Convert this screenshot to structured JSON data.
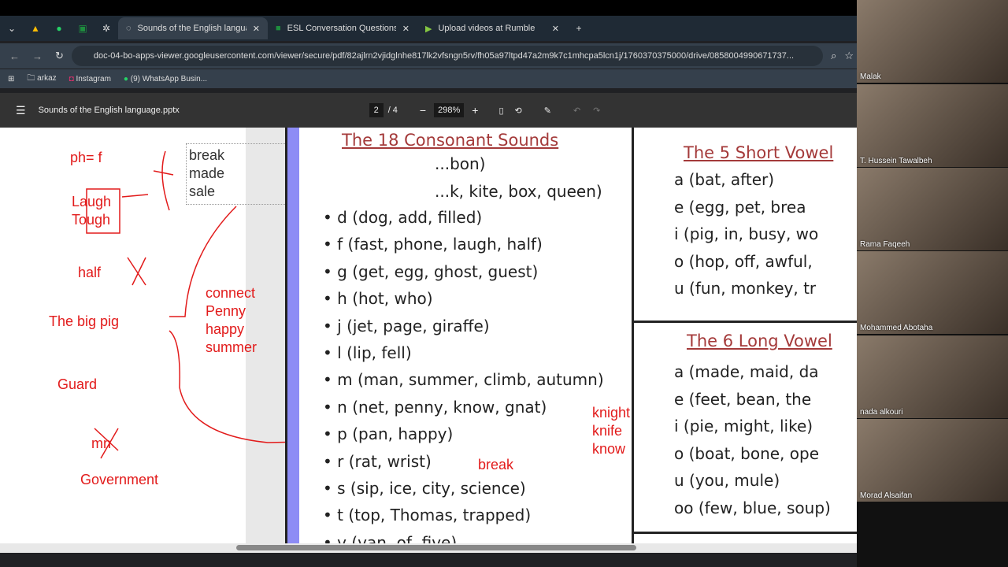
{
  "tabs": [
    {
      "label": "Sounds of the English language",
      "active": true
    },
    {
      "label": "ESL Conversation Questions - T"
    },
    {
      "label": "Upload videos at Rumble"
    }
  ],
  "url": "doc-04-bo-apps-viewer.googleusercontent.com/viewer/secure/pdf/82ajlrn2vjidglnhe817lk2vfsngn5rv/fh05a97ltpd47a2m9k7c1mhcpa5lcn1j/1760370375000/drive/0858004990671737...",
  "bookmarks": [
    "arkaz",
    "Instagram",
    "(9) WhatsApp Busin..."
  ],
  "pdf": {
    "title": "Sounds of the English language.pptx",
    "page": "2",
    "total": "/ 4",
    "zoom": "298%"
  },
  "notes": {
    "ph": "ph= f",
    "laugh": "Laugh",
    "tough": "Tough",
    "half": "half",
    "bigpig": "The big pig",
    "guard": "Guard",
    "mn": "mn",
    "government": "Government",
    "box": [
      "break",
      "made",
      "sale"
    ],
    "connect": [
      "connect",
      "Penny",
      "happy",
      "summer"
    ],
    "knight": [
      "knight",
      "knife",
      "know"
    ],
    "break": "break"
  },
  "slide": {
    "consonant_title": "The 18 Consonant Sounds",
    "consonants": [
      "...bon)",
      "...k, kite, box, queen)",
      "d (dog, add, filled)",
      "f (fast, phone, laugh, half)",
      "g (get, egg, ghost, guest)",
      "h (hot, who)",
      "j (jet, page, giraffe)",
      "l (lip, fell)",
      "m (man, summer, climb, autumn)",
      "n (net, penny, know, gnat)",
      "p (pan, happy)",
      "r (rat, wrist)",
      "s (sip, ice, city, science)",
      "t (top, Thomas, trapped)",
      "v (van, of, five)"
    ],
    "short_title": "The 5 Short Vowel",
    "short": [
      "a (bat, after)",
      "e (egg, pet, brea",
      "i (pig, in, busy, wo",
      "o (hop, off, awful,",
      "u (fun, monkey, tr"
    ],
    "long_title": "The 6 Long Vowel",
    "long": [
      "a (made, maid, da",
      "e (feet, bean, the",
      "i (pie, might, like)",
      "o (boat, bone, ope",
      "u (you, mule)",
      "oo (few, blue, soup)"
    ]
  },
  "participants": [
    "Malak",
    "T. Hussein Tawalbeh",
    "Rama Faqeeh",
    "Mohammed Abotaha",
    "nada alkouri",
    "Morad Alsaifan"
  ]
}
